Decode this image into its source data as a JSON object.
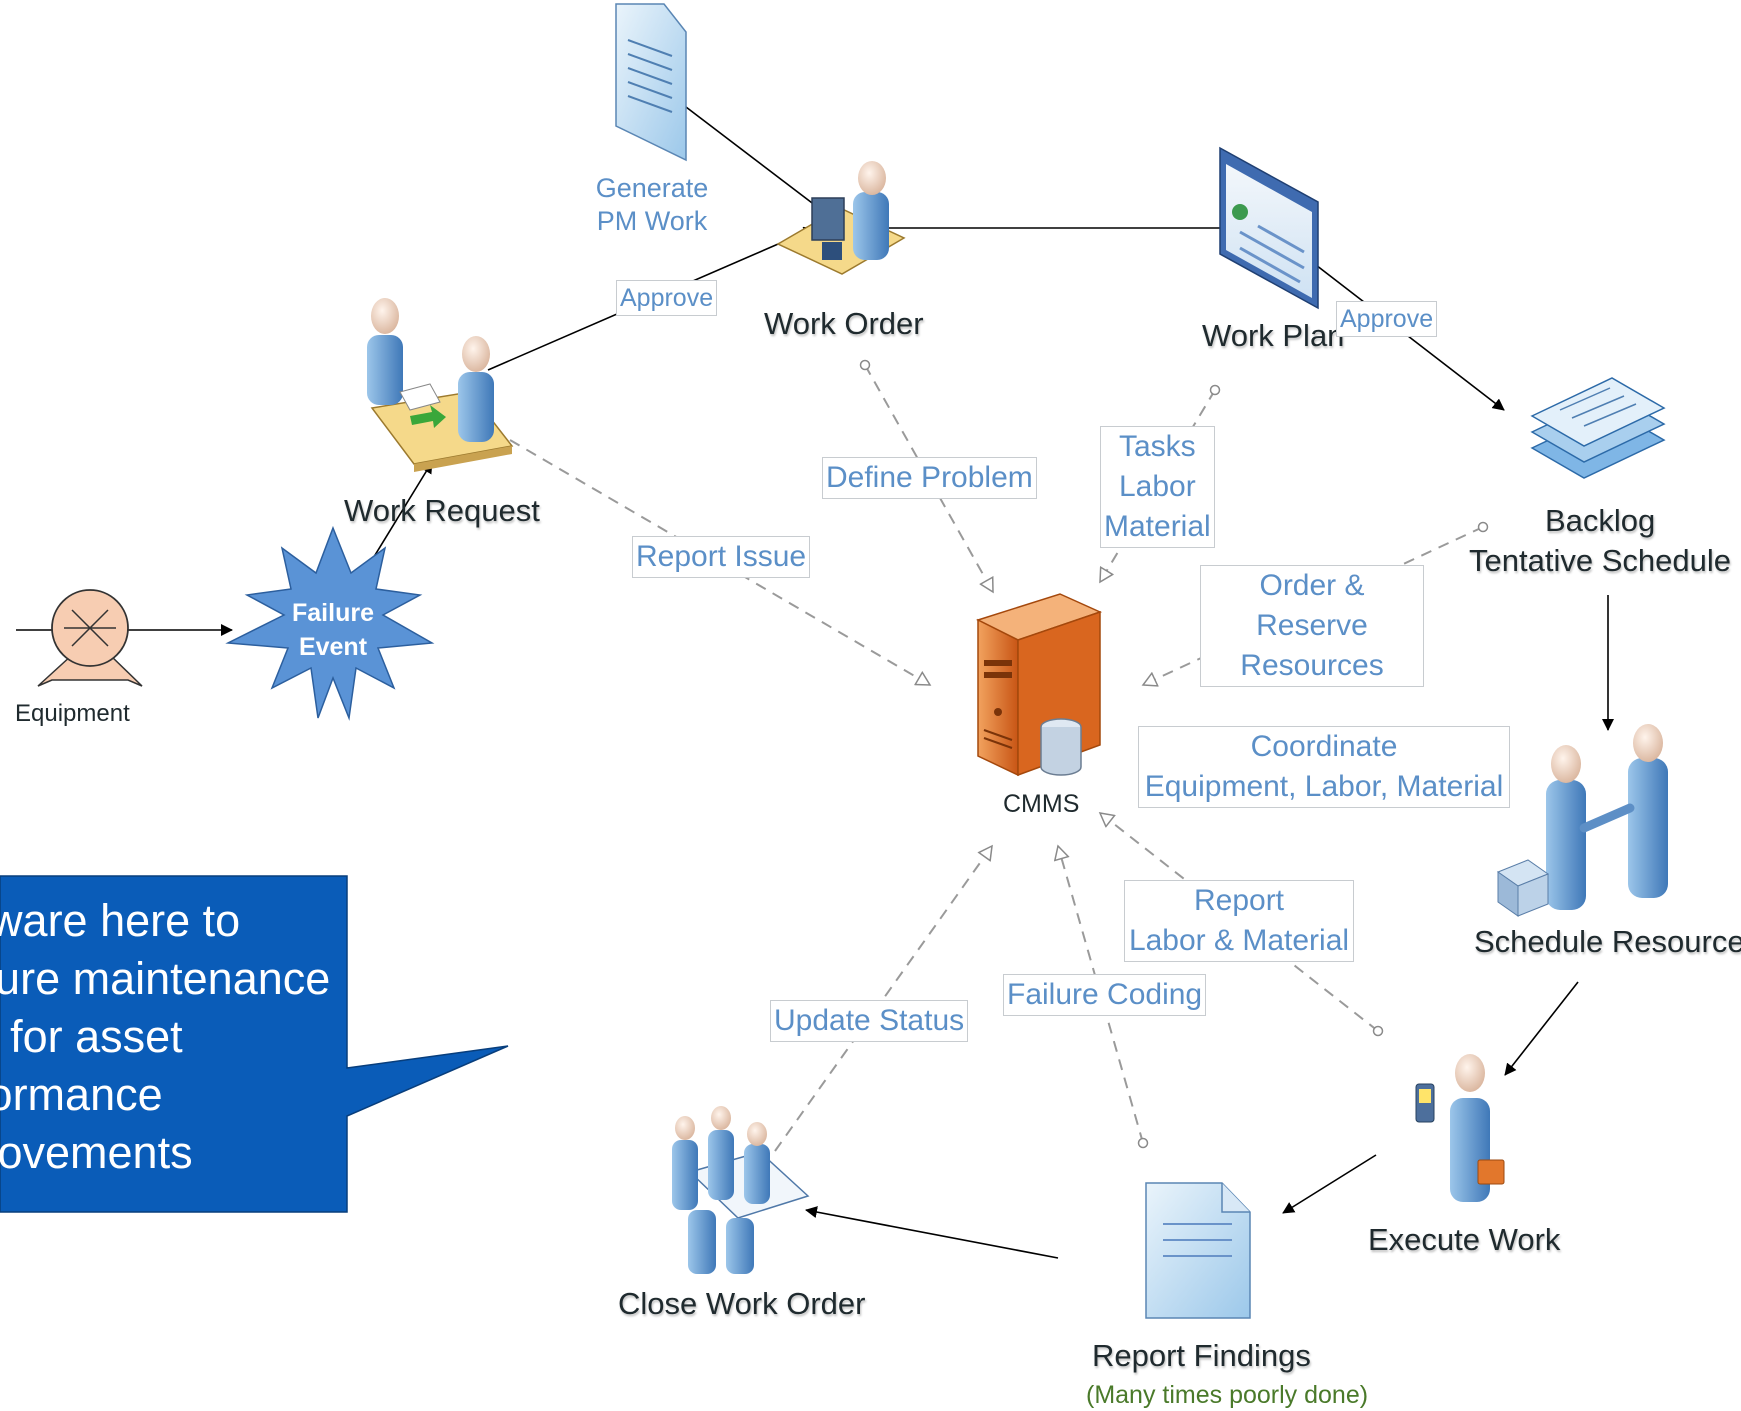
{
  "stages": {
    "equipment": "Equipment",
    "failure_event": "Failure Event",
    "work_request": "Work Request",
    "work_order": "Work Order",
    "generate_pm_work": "Generate PM Work",
    "work_plan": "Work Plan",
    "backlog": "Backlog",
    "tentative_schedule": "Tentative Schedule",
    "schedule_resources": "Schedule Resources",
    "execute_work": "Execute Work",
    "report_findings": "Report Findings",
    "report_findings_note": "(Many times poorly done)",
    "close_work_order": "Close Work Order",
    "cmms": "CMMS"
  },
  "flow_labels": {
    "approve_request": "Approve",
    "approve_plan": "Approve",
    "define_problem": "Define Problem",
    "tasks_labor_material": "Tasks\nLabor\nMaterial",
    "report_issue": "Report Issue",
    "order_reserve": "Order & Reserve\nResources",
    "coordinate": "Coordinate\nEquipment, Labor, Material",
    "report_labor_material": "Report\nLabor & Material",
    "failure_coding": "Failure Coding",
    "update_status": "Update Status"
  },
  "callout": {
    "text": "Software here to\ncapture maintenance\ndata for asset\nperformance\nimprovements"
  },
  "colors": {
    "label_blue": "#5b8fc7",
    "callout_blue": "#0a5cb8",
    "server_orange": "#e0722a",
    "note_green": "#4a7a2a",
    "burst_blue": "#5a93d6"
  }
}
